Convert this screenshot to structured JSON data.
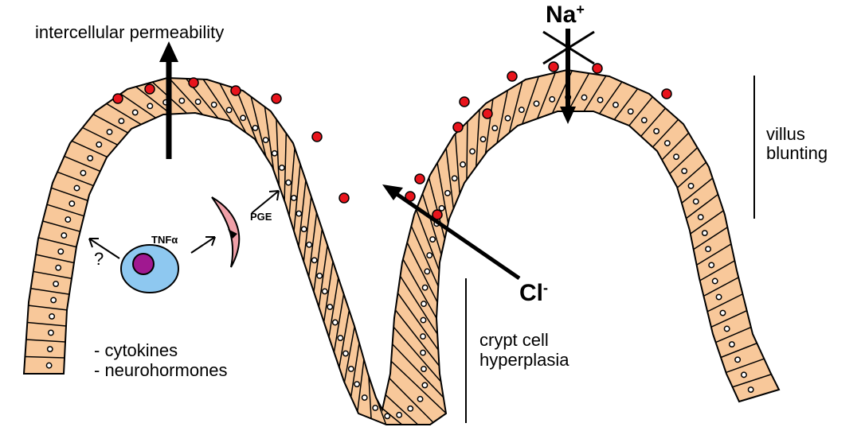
{
  "labels": {
    "permeability": "intercellular permeability",
    "na": "Na",
    "na_sup": "+",
    "cl": "Cl",
    "cl_sup": "-",
    "villus_line1": "villus",
    "villus_line2": "blunting",
    "crypt_line1": "crypt cell",
    "crypt_line2": "hyperplasia",
    "tnf": "TNFα",
    "pge": "PGE",
    "question": "?",
    "cytokines": "- cytokines",
    "neurohormones": "- neurohormones"
  },
  "colors": {
    "epithelium_fill": "#f8c89a",
    "cell_border": "#000000",
    "red_dot": "#e8141c",
    "immune_cell": "#8ec8f0",
    "immune_nucleus": "#a01890",
    "fibroblast": "#f0a0a8"
  }
}
